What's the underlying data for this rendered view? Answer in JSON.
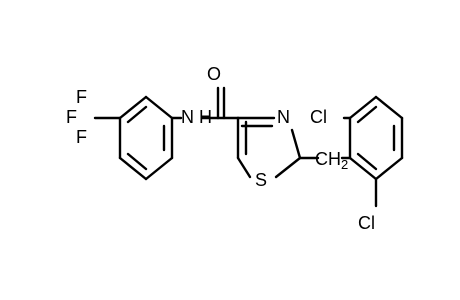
{
  "molecule": {
    "atoms": {
      "f_top": "F",
      "f_left": "F",
      "f_bottom": "F",
      "nh": "N H",
      "carbonyl_o": "O",
      "ring_n": "N",
      "ring_s": "S",
      "ch2": "CH",
      "ch2_subscript": "2",
      "cl_top": "Cl",
      "cl_bottom": "Cl"
    },
    "colors": {
      "bond": "#000000",
      "text": "#000000",
      "background": "#ffffff"
    }
  }
}
